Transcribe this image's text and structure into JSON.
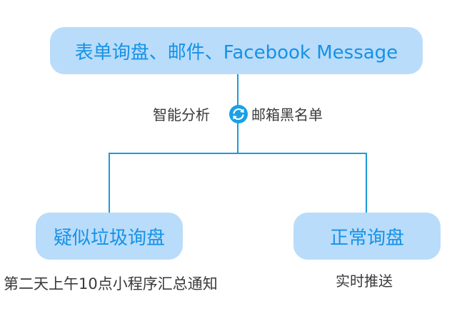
{
  "diagram": {
    "top_node": {
      "label": "表单询盘、邮件、Facebook Message"
    },
    "process": {
      "left_label": "智能分析",
      "right_label": "邮箱黑名单",
      "icon": "refresh-icon"
    },
    "branches": [
      {
        "label": "疑似垃圾询盘",
        "note": "第二天上午10点小程序汇总通知"
      },
      {
        "label": "正常询盘",
        "note": "实时推送"
      }
    ],
    "colors": {
      "node_fill": "#b9dcfb",
      "node_text": "#1592e6",
      "connector": "#1b9bd7",
      "icon": "#1aa0e6",
      "body_text": "#3a3a3a"
    }
  }
}
